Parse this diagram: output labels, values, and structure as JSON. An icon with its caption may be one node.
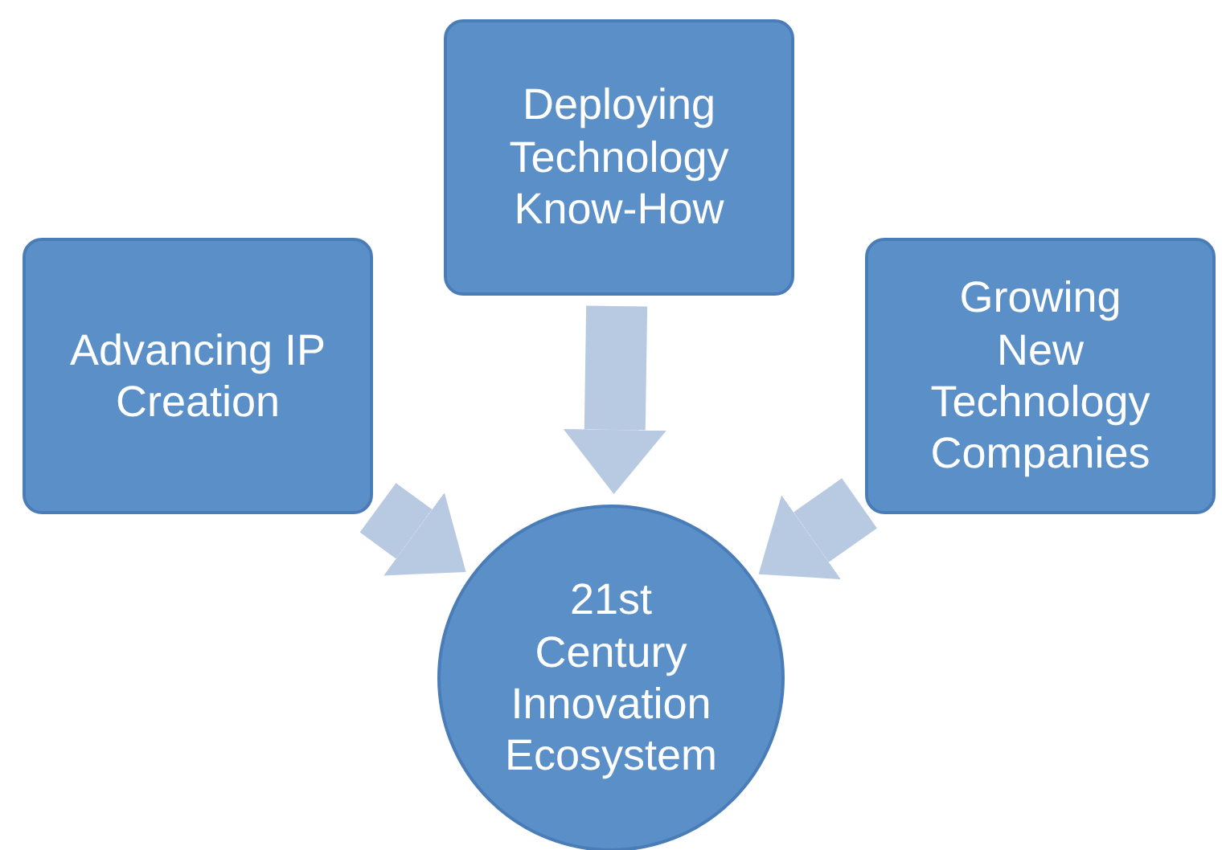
{
  "diagram": {
    "nodes": [
      {
        "text": [
          "Advancing IP Creation"
        ]
      },
      {
        "text": [
          "Deploying Technology Know-How"
        ]
      },
      {
        "text": [
          "Growing New Technology Companies"
        ]
      },
      {
        "text": [
          "21st Century Innovation Ecosystem"
        ]
      }
    ],
    "edges": [
      {
        "from": 0,
        "to": 3,
        "arrow": "to"
      },
      {
        "from": 1,
        "to": 3,
        "arrow": "to"
      },
      {
        "from": 2,
        "to": 3,
        "arrow": "to"
      }
    ]
  }
}
